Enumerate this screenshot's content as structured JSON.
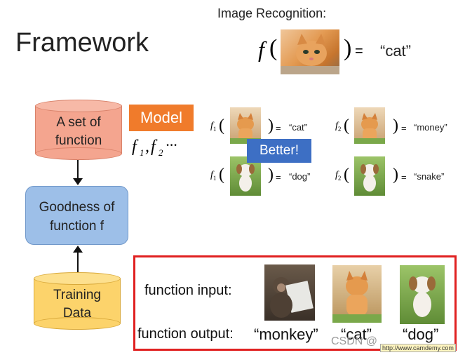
{
  "title": "Framework",
  "image_recognition": {
    "label": "Image Recognition:",
    "f": "f",
    "open_paren": "(",
    "close_paren": ")",
    "equals": "=",
    "result": "“cat”"
  },
  "pipeline": {
    "set_of_function": "A set of function",
    "model_tag": "Model",
    "functions_math": "f1, f2 ···",
    "goodness": "Goodness of function f",
    "training": "Training Data",
    "better_tag": "Better!"
  },
  "examples": [
    {
      "fn": "f",
      "sub": "1",
      "result": "“cat”"
    },
    {
      "fn": "f",
      "sub": "1",
      "result": "“dog”"
    },
    {
      "fn": "f",
      "sub": "2",
      "result": "“money”"
    },
    {
      "fn": "f",
      "sub": "2",
      "result": "“snake”"
    }
  ],
  "training_box": {
    "input_label": "function input:",
    "output_label": "function output:",
    "outputs": [
      "“monkey”",
      "“cat”",
      "“dog”"
    ]
  },
  "watermark": {
    "csdn": "CSDN @",
    "site": "http://www.camdemy.com"
  },
  "colors": {
    "cyl_red": "#f4a58f",
    "cyl_yellow": "#fcd36b",
    "goodness_blue": "#9dbfe8",
    "model_orange": "#f07b2b",
    "better_blue": "#3d6fc4",
    "frame_red": "#e02020"
  }
}
